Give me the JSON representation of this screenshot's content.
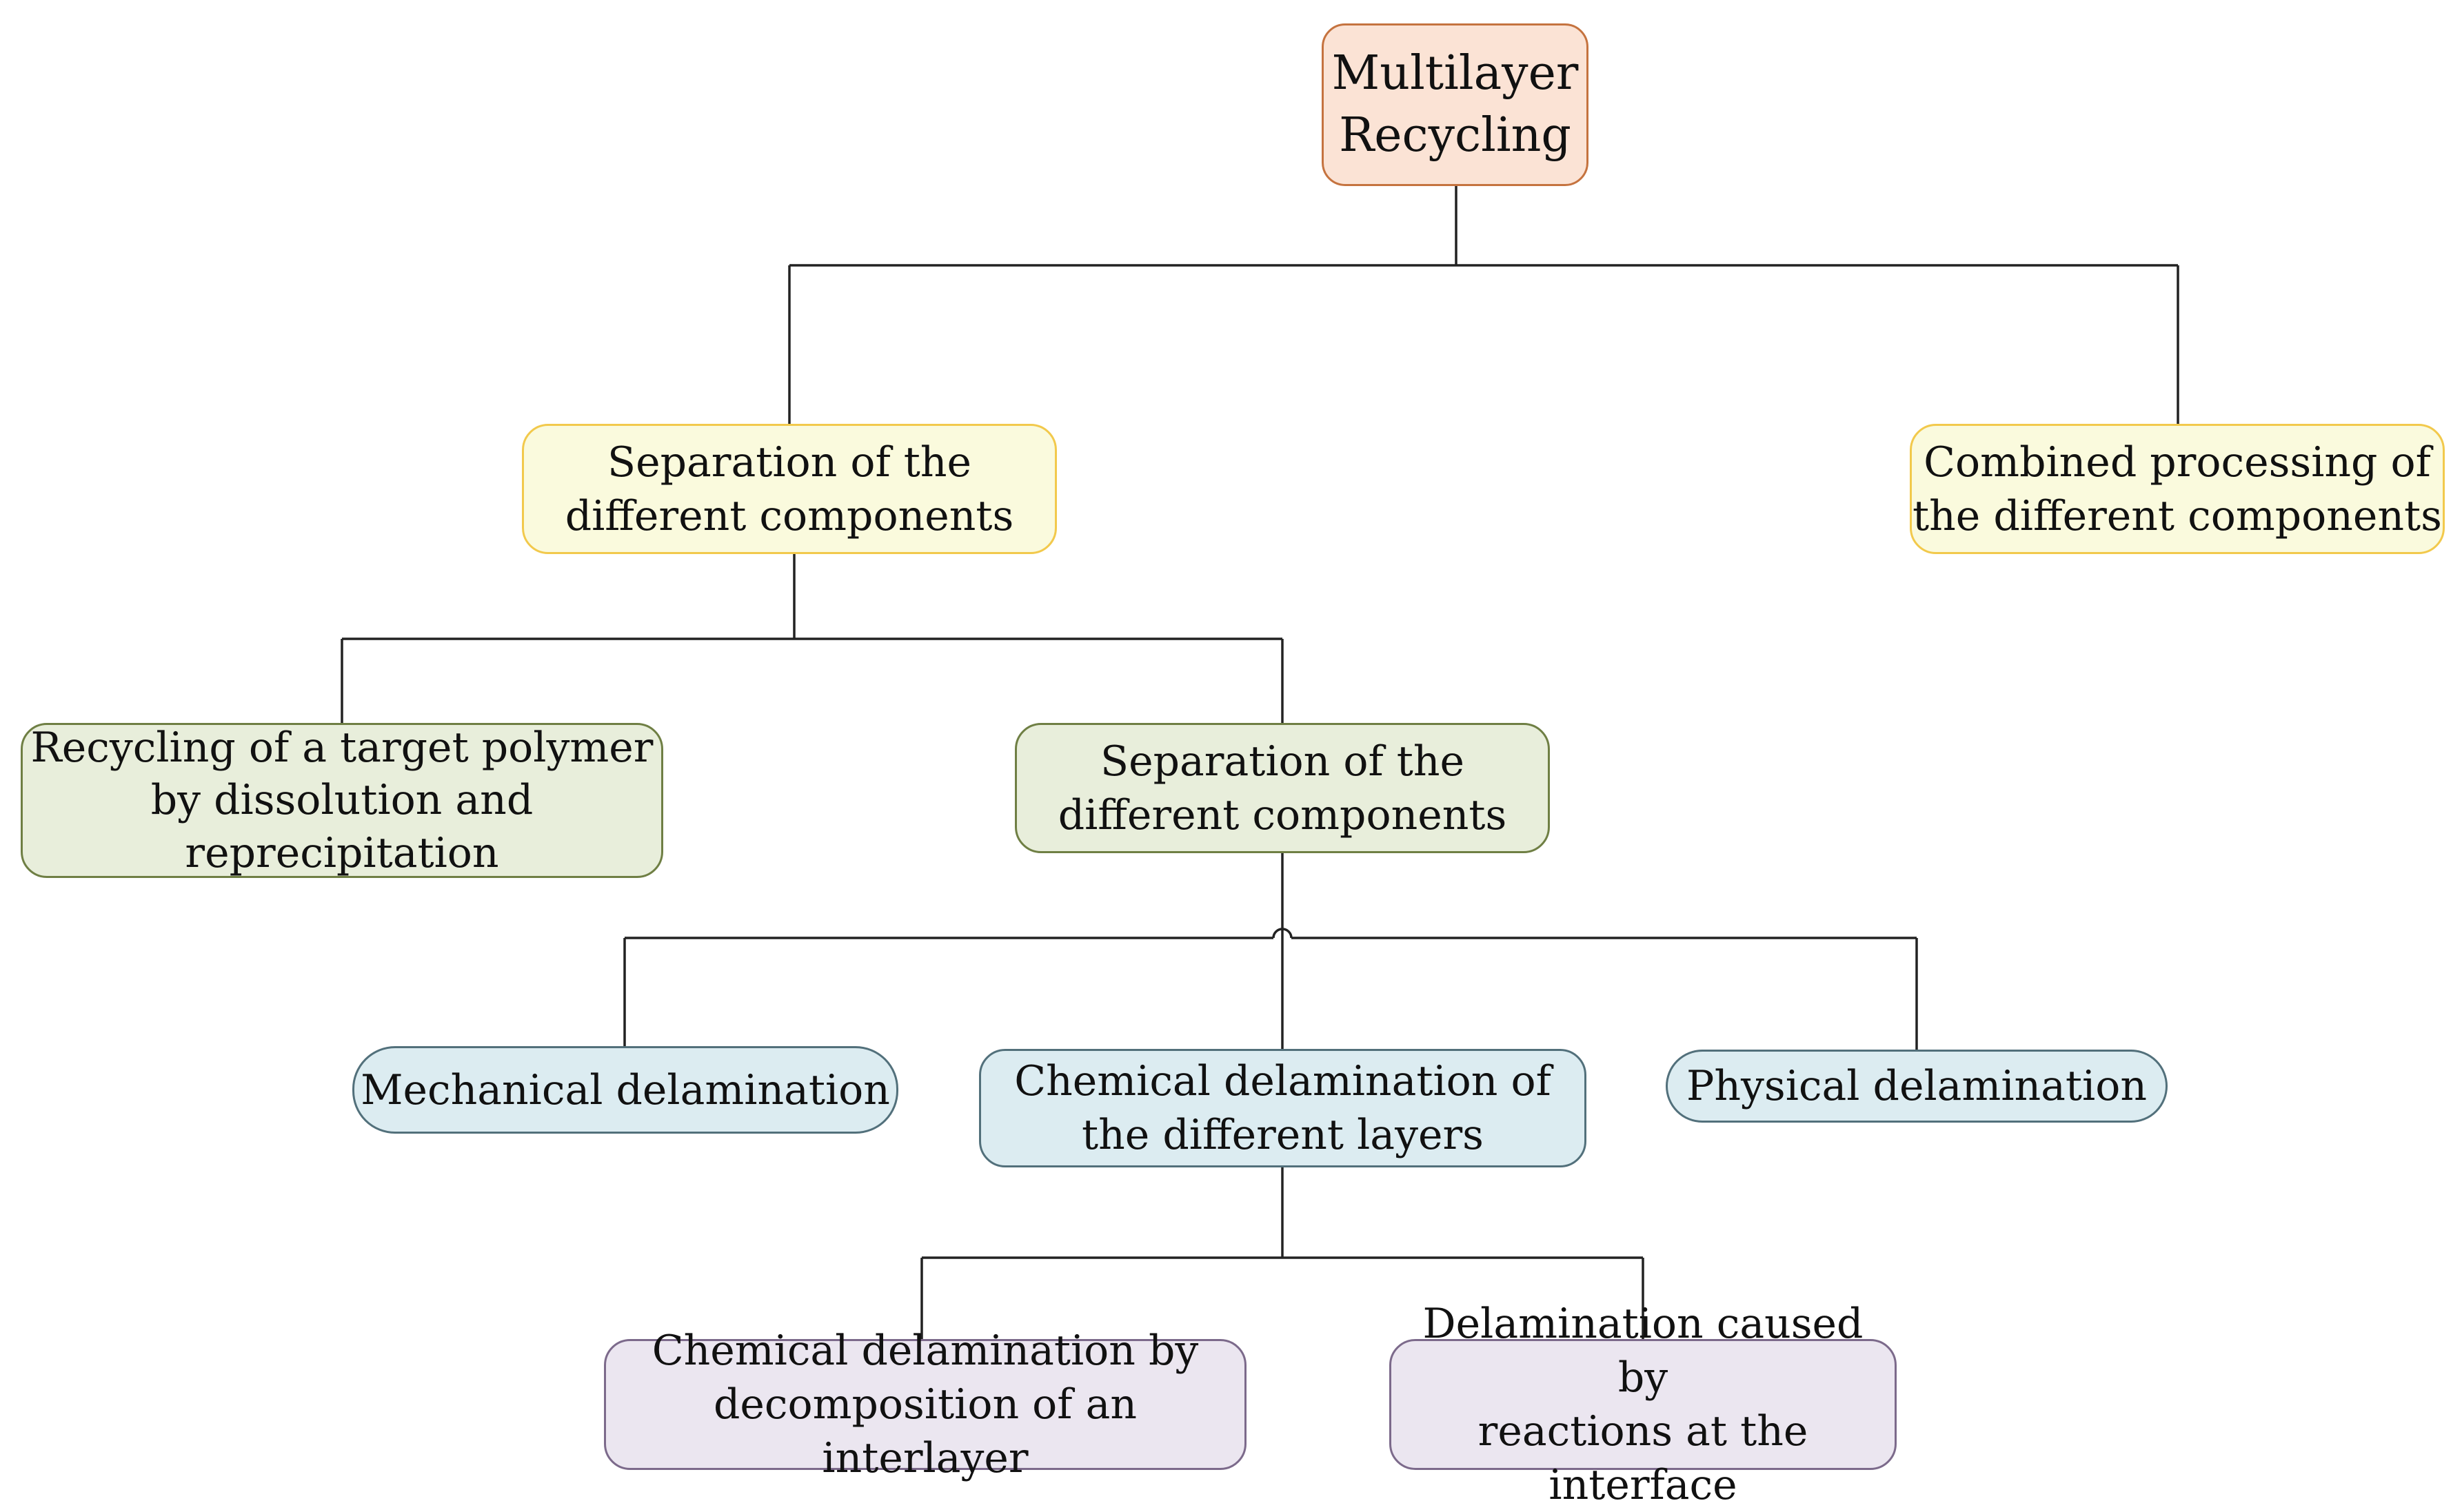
{
  "colors": {
    "root": {
      "fill": "#fbe3d5",
      "border": "#c5733f"
    },
    "level1": {
      "fill": "#fafadd",
      "border": "#f2c94c"
    },
    "level2": {
      "fill": "#e8eedb",
      "border": "#6f7f44"
    },
    "level3": {
      "fill": "#dcecf1",
      "border": "#52707b"
    },
    "level4": {
      "fill": "#ebe6f0",
      "border": "#7c6a8b"
    },
    "connector": "#222222"
  },
  "nodes": {
    "root": "Multilayer\nRecycling",
    "separation_1": "Separation of the\ndifferent components",
    "combined": "Combined processing  of\nthe different components",
    "recycling_target": "Recycling of a target polymer\nby dissolution and\nreprecipitation",
    "separation_2": "Separation of the\ndifferent components",
    "mechanical": "Mechanical delamination",
    "chemical": "Chemical delamination of\nthe different layers",
    "physical": "Physical delamination",
    "chemical_decomposition": "Chemical delamination by\ndecomposition of an interlayer",
    "delamination_interface": "Delamination caused by\nreactions at the interface"
  }
}
